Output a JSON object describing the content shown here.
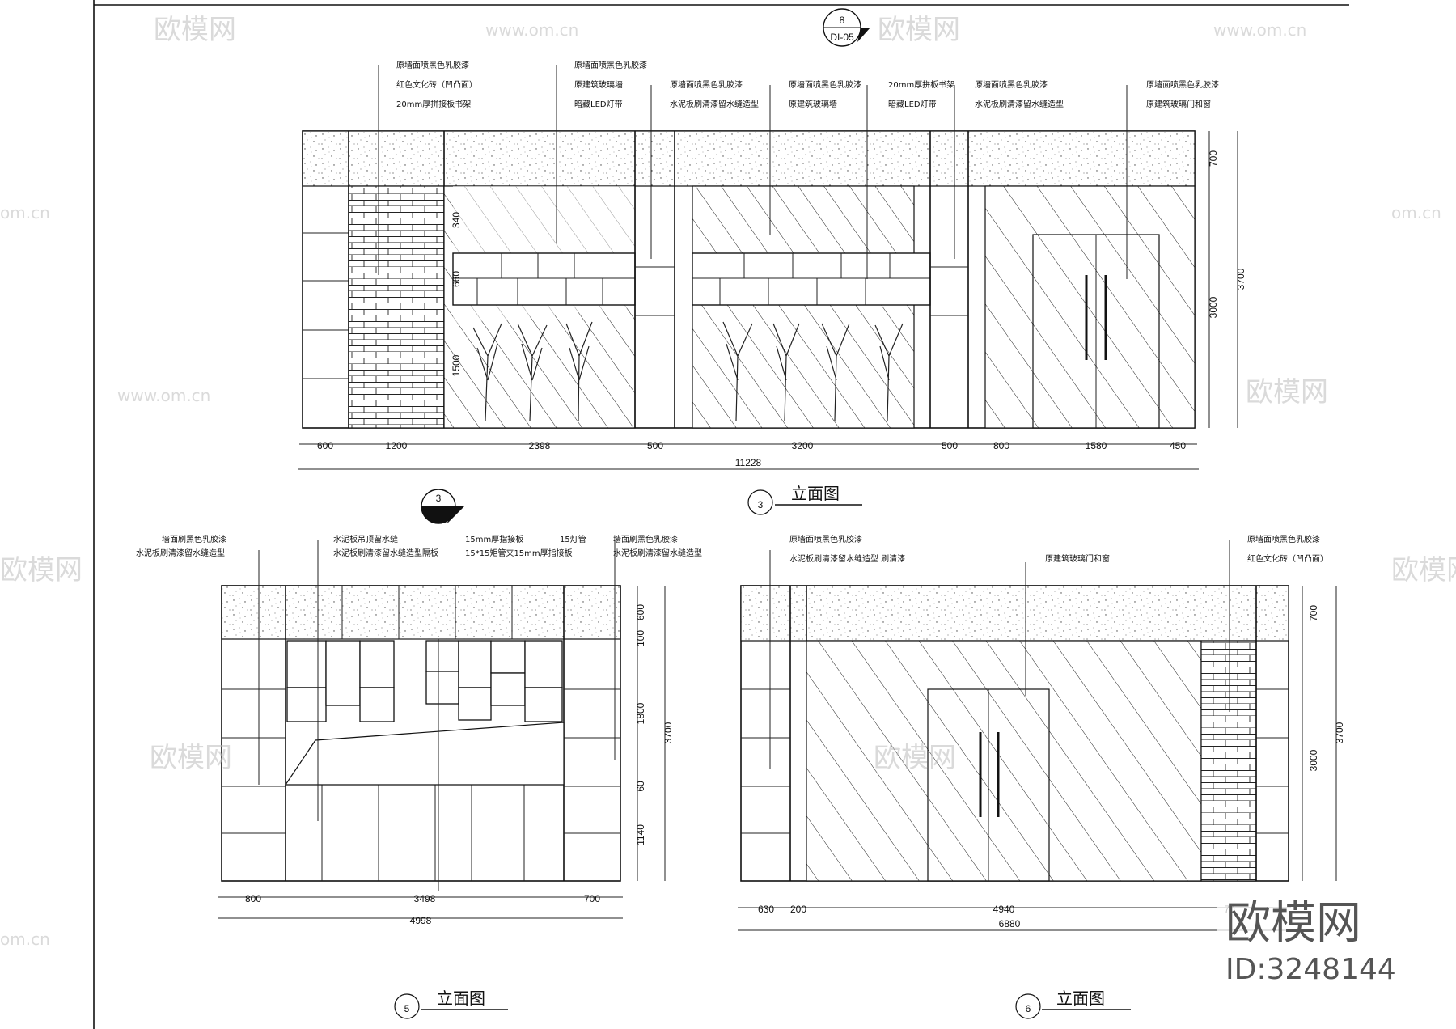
{
  "watermarks": {
    "logo_text": "欧模网",
    "url_text": "www.om.cn",
    "url_short": "om.cn"
  },
  "brand": {
    "name": "欧模网",
    "id_label": "ID:3248144"
  },
  "elevation_3": {
    "title": "立面图",
    "number": "3",
    "section_tag_top": "8",
    "section_tag_bottom": "DI-05",
    "notes": [
      "原墙面喷黑色乳胶漆",
      "红色文化砖（凹凸面）",
      "20mm厚拼接板书架",
      "原墙面喷黑色乳胶漆",
      "原建筑玻璃墙",
      "暗藏LED灯带",
      "原墙面喷黑色乳胶漆",
      "水泥板刷清漆留水缝造型",
      "原墙面喷黑色乳胶漆",
      "原建筑玻璃墙",
      "20mm厚拼板书架",
      "暗藏LED灯带",
      "原墙面喷黑色乳胶漆",
      "水泥板刷清漆留水缝造型",
      "原墙面喷黑色乳胶漆",
      "原建筑玻璃门和窗"
    ],
    "dims_bottom": [
      "600",
      "1200",
      "2398",
      "500",
      "3200",
      "500",
      "800",
      "1580",
      "450"
    ],
    "dim_total": "11228",
    "dims_right_inner": [
      "700",
      "3000"
    ],
    "dim_right_total": "3700",
    "dims_left_inner": [
      "340",
      "660",
      "1500"
    ]
  },
  "elevation_5": {
    "title": "立面图",
    "number": "5",
    "section_tag": "3",
    "notes": [
      "墙面刷黑色乳胶漆",
      "水泥板刷清漆留水缝造型",
      "水泥板吊顶留水缝",
      "水泥板刷清漆留水缝造型隔板",
      "15mm厚指接板",
      "15*15矩管夹15mm厚指接板",
      "15灯管",
      "墙面刷黑色乳胶漆",
      "水泥板刷清漆留水缝造型"
    ],
    "dims_bottom": [
      "800",
      "3498",
      "700"
    ],
    "dim_total": "4998",
    "dims_right_inner": [
      "600",
      "100",
      "1800",
      "60",
      "1140"
    ],
    "dim_right_total": "3700"
  },
  "elevation_6": {
    "title": "立面图",
    "number": "6",
    "notes": [
      "原墙面喷黑色乳胶漆",
      "水泥板刷清漆留水缝造型 刷清漆",
      "原建筑玻璃门和窗",
      "原墙面喷黑色乳胶漆",
      "红色文化砖（凹凸面）"
    ],
    "dims_bottom": [
      "630",
      "200",
      "4940",
      "70"
    ],
    "dim_total": "6880",
    "dims_right_inner": [
      "700",
      "3000"
    ],
    "dim_right_total": "3700"
  }
}
